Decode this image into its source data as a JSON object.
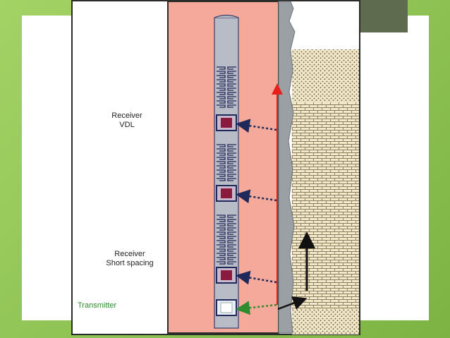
{
  "labels": {
    "receiver_vdl_line1": "Receiver",
    "receiver_vdl_line2": "VDL",
    "receiver_short_line1": "Receiver",
    "receiver_short_line2": "Short spacing",
    "transmitter": "Transmitter"
  },
  "colors": {
    "slide_background": "#8cc152",
    "accent_block": "#5f6b4f",
    "borehole_fluid": "#f4a99b",
    "casing": "#9aa0a4",
    "tool_body": "#b7bcc6",
    "receiver_sensor": "#8b1a3f",
    "refracted_ray": "#e8201c",
    "transmitter_label": "#2e8b2e",
    "wave_arrows": "#1f2a5a"
  },
  "icons": {
    "receivers": "receiver-sensor-icon",
    "transmitter": "transmitter-sensor-icon"
  }
}
